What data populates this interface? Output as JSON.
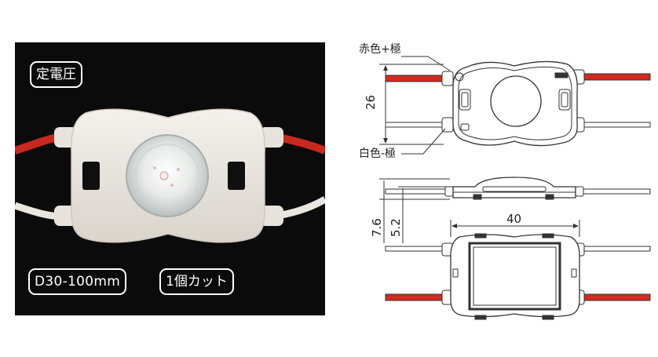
{
  "photo": {
    "badge_top": "定電圧",
    "badge_range": "D30-100mm",
    "badge_cut": "1個カット"
  },
  "drawing": {
    "label_red": "赤色+極",
    "label_white": "白色-極",
    "dim_height": "26",
    "dim_width": "40",
    "dim_depth_total": "7.6",
    "dim_depth_body": "5.2"
  },
  "colors": {
    "wire_red": "#d42a1f",
    "photo_bg": "#0b0b0b",
    "module_body": "#ebe7e0"
  }
}
